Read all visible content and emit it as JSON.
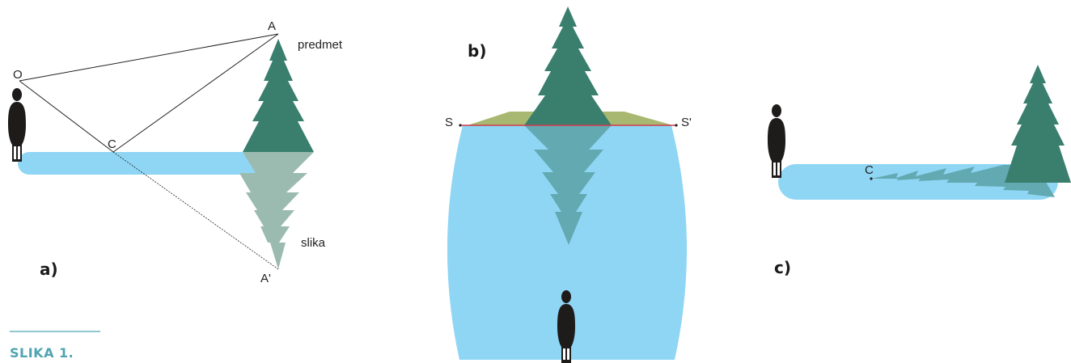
{
  "colors": {
    "water": "#8fd6f4",
    "tree": "#3a7f6e",
    "reflection_a": "#9bbbb0",
    "reflection_b": "#63a9b2",
    "ground": "#a9b870",
    "horizon": "#d23a4a",
    "person": "#1e1b1b",
    "caption": "#4fa4b1"
  },
  "panel_a": {
    "panel_label": "a)",
    "point_a": "A",
    "point_o": "O",
    "point_c": "C",
    "point_a_prime": "A'",
    "object_label": "predmet",
    "image_label": "slika"
  },
  "panel_b": {
    "panel_label": "b)",
    "point_s": "S",
    "point_s_prime": "S'"
  },
  "panel_c": {
    "panel_label": "c)",
    "point_c": "C"
  },
  "caption": {
    "text": "SLIKA 1."
  }
}
